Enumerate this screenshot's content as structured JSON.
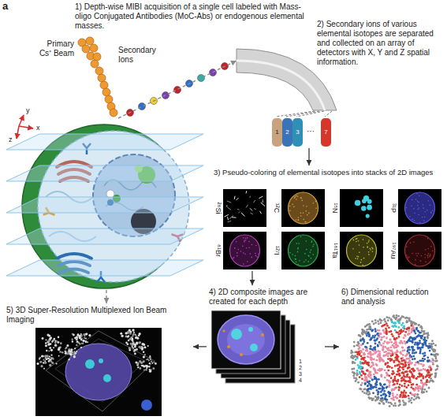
{
  "diagram": {
    "nodes": [
      {
        "text": [
          "1) Depth-wise MIBI acquisition of a single cell labeled with Mass-oligo Conjugated Antibodies (MoC-Abs) or endogenous elemental masses."
        ]
      },
      {
        "text": [
          "2) Secondary ions of various elemental isotopes are separated and collected on an array of detectors with X, Y and Z spatial information."
        ]
      },
      {
        "text": [
          "1"
        ],
        "in": 1
      },
      {
        "text": [
          "2"
        ],
        "in": 1
      },
      {
        "text": [
          "3"
        ],
        "in": 1
      },
      {
        "text": [
          "7"
        ],
        "in": 1
      },
      {
        "text": [
          "3) Pseudo-coloring of elemental isotopes into stacks of 2D images"
        ]
      },
      {
        "text": [
          "²⁸Si"
        ],
        "in": 6
      },
      {
        "text": [
          "¹²C"
        ],
        "in": 6
      },
      {
        "text": [
          "¹⁵N"
        ],
        "in": 6
      },
      {
        "text": [
          "³¹P"
        ],
        "in": 6
      },
      {
        "text": [
          "⁸¹Br"
        ],
        "in": 6
      },
      {
        "text": [
          "¹²⁷I"
        ],
        "in": 6
      },
      {
        "text": [
          "¹⁸¹Ta"
        ],
        "in": 6
      },
      {
        "text": [
          "¹⁹⁷Au"
        ],
        "in": 6
      },
      {
        "text": [
          "4) 2D composite images are created for each depth"
        ]
      },
      {
        "text": [
          "5) 3D Super-Resolution Multiplexed Ion Beam Imaging"
        ]
      },
      {
        "text": [
          "6) Dimensional reduction and analysis"
        ]
      }
    ],
    "edges": [
      {
        "from": 0,
        "to": 1,
        "arrow": "to"
      },
      {
        "from": 1,
        "to": 6,
        "arrow": "to"
      },
      {
        "from": 6,
        "to": 15,
        "arrow": "to"
      },
      {
        "from": 15,
        "to": 16,
        "arrow": "to"
      },
      {
        "from": 15,
        "to": 17,
        "arrow": "to"
      },
      {
        "from": 0,
        "to": 16,
        "arrow": "to"
      }
    ],
    "labels": [
      "a",
      "Primary Cs⁺ Beam",
      "Secondary Ions",
      "y",
      "x",
      "z",
      "···",
      "1",
      "2",
      "3",
      "4"
    ]
  }
}
